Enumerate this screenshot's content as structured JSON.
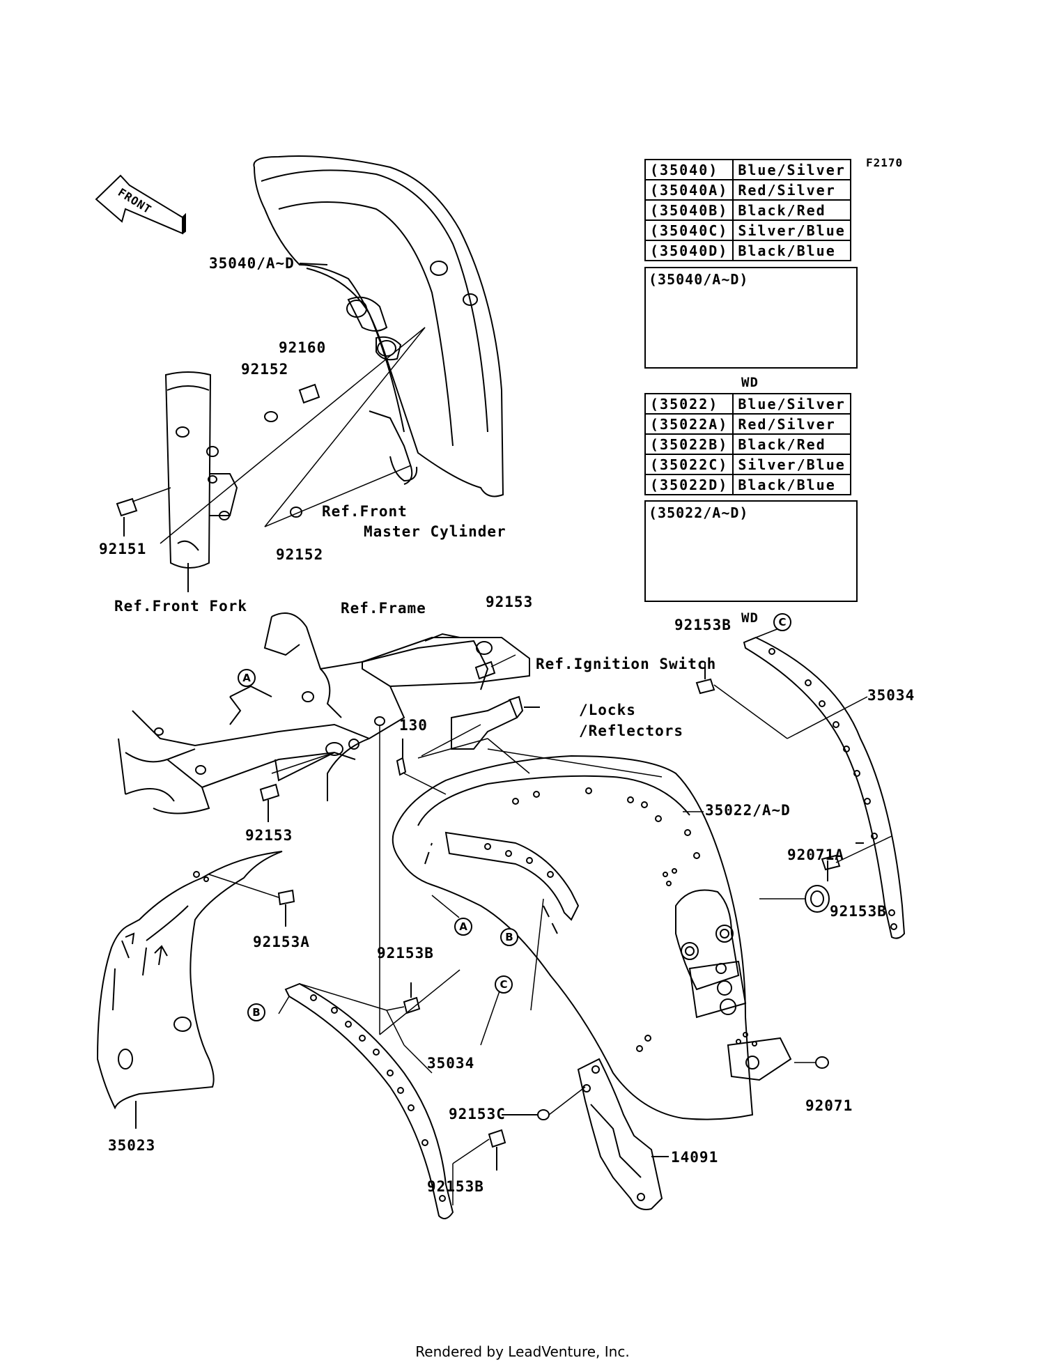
{
  "figure_code": "F2170",
  "front_label": "FRONT",
  "tables": [
    {
      "rows": [
        {
          "code": "(35040)",
          "color": "Blue/Silver"
        },
        {
          "code": "(35040A)",
          "color": "Red/Silver"
        },
        {
          "code": "(35040B)",
          "color": "Black/Red"
        },
        {
          "code": "(35040C)",
          "color": "Silver/Blue"
        },
        {
          "code": "(35040D)",
          "color": "Black/Blue"
        }
      ],
      "inset_caption": "(35040/A~D)"
    },
    {
      "rows": [
        {
          "code": "(35022)",
          "color": "Blue/Silver"
        },
        {
          "code": "(35022A)",
          "color": "Red/Silver"
        },
        {
          "code": "(35022B)",
          "color": "Black/Red"
        },
        {
          "code": "(35022C)",
          "color": "Silver/Blue"
        },
        {
          "code": "(35022D)",
          "color": "Black/Blue"
        }
      ],
      "inset_caption": "(35022/A~D)"
    }
  ],
  "wd_label": "WD",
  "part_labels": {
    "front_fender": "35040/A~D",
    "rear_fender": "35022/A~D",
    "bolt_92151": "92151",
    "washer_92152_top": "92152",
    "washer_92152_bottom": "92152",
    "damper_92160": "92160",
    "bolt_92153_top": "92153",
    "bolt_92153_left": "92153",
    "bolt_130": "130",
    "bolt_92153a": "92153A",
    "bolt_92153b_wd": "92153B",
    "bolt_92153b_right": "92153B",
    "bolt_92153b_mid": "92153B",
    "bolt_92153b_bottom": "92153B",
    "nut_92153c": "92153C",
    "grommet_92071a": "92071A",
    "grommet_92071": "92071",
    "strip_35034_right": "35034",
    "strip_35034_left": "35034",
    "cover_35023": "35023",
    "bracket_14091": "14091"
  },
  "references": {
    "front_master_cylinder_1": "Ref.Front",
    "front_master_cylinder_2": "Master Cylinder",
    "front_fork": "Ref.Front Fork",
    "frame": "Ref.Frame",
    "ignition_1": "Ref.Ignition Switch",
    "ignition_2": "/Locks",
    "ignition_3": "/Reflectors"
  },
  "callouts": {
    "a_frame": "A",
    "a_fender": "A",
    "b_fender": "B",
    "b_strip": "B",
    "c_fender": "C",
    "c_strip": "C"
  },
  "footer": "Rendered by LeadVenture, Inc."
}
